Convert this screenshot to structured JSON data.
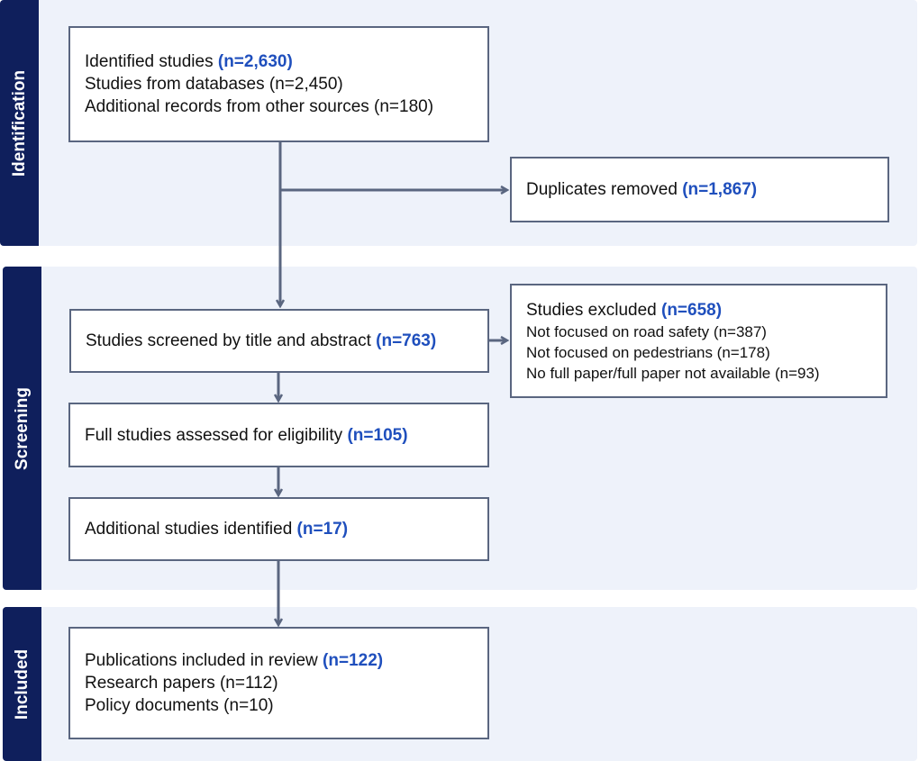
{
  "colors": {
    "tab": "#0f1f5c",
    "section_bg": "#eef2fa",
    "count": "#1f4fbd",
    "border": "#5a6680",
    "arrow": "#5a6680"
  },
  "sections": {
    "identification": "Identification",
    "screening": "Screening",
    "included": "Included"
  },
  "identified": {
    "label": "Identified studies",
    "count": "(n=2,630)",
    "databases": "Studies from databases (n=2,450)",
    "other": "Additional records from other sources (n=180)"
  },
  "duplicates": {
    "label": "Duplicates removed",
    "count": "(n=1,867)"
  },
  "screened": {
    "label": "Studies screened by title and abstract",
    "count": "(n=763)"
  },
  "excluded": {
    "label": "Studies excluded",
    "count": "(n=658)",
    "reasons": [
      "Not focused on road safety (n=387)",
      "Not focused on pedestrians (n=178)",
      "No full paper/full paper not available (n=93)"
    ]
  },
  "full_studies": {
    "label": "Full studies assessed for eligibility",
    "count": "(n=105)"
  },
  "additional": {
    "label": "Additional studies identified",
    "count": "(n=17)"
  },
  "included_box": {
    "label": "Publications included in review",
    "count": "(n=122)",
    "research": "Research papers (n=112)",
    "policy": "Policy documents (n=10)"
  }
}
